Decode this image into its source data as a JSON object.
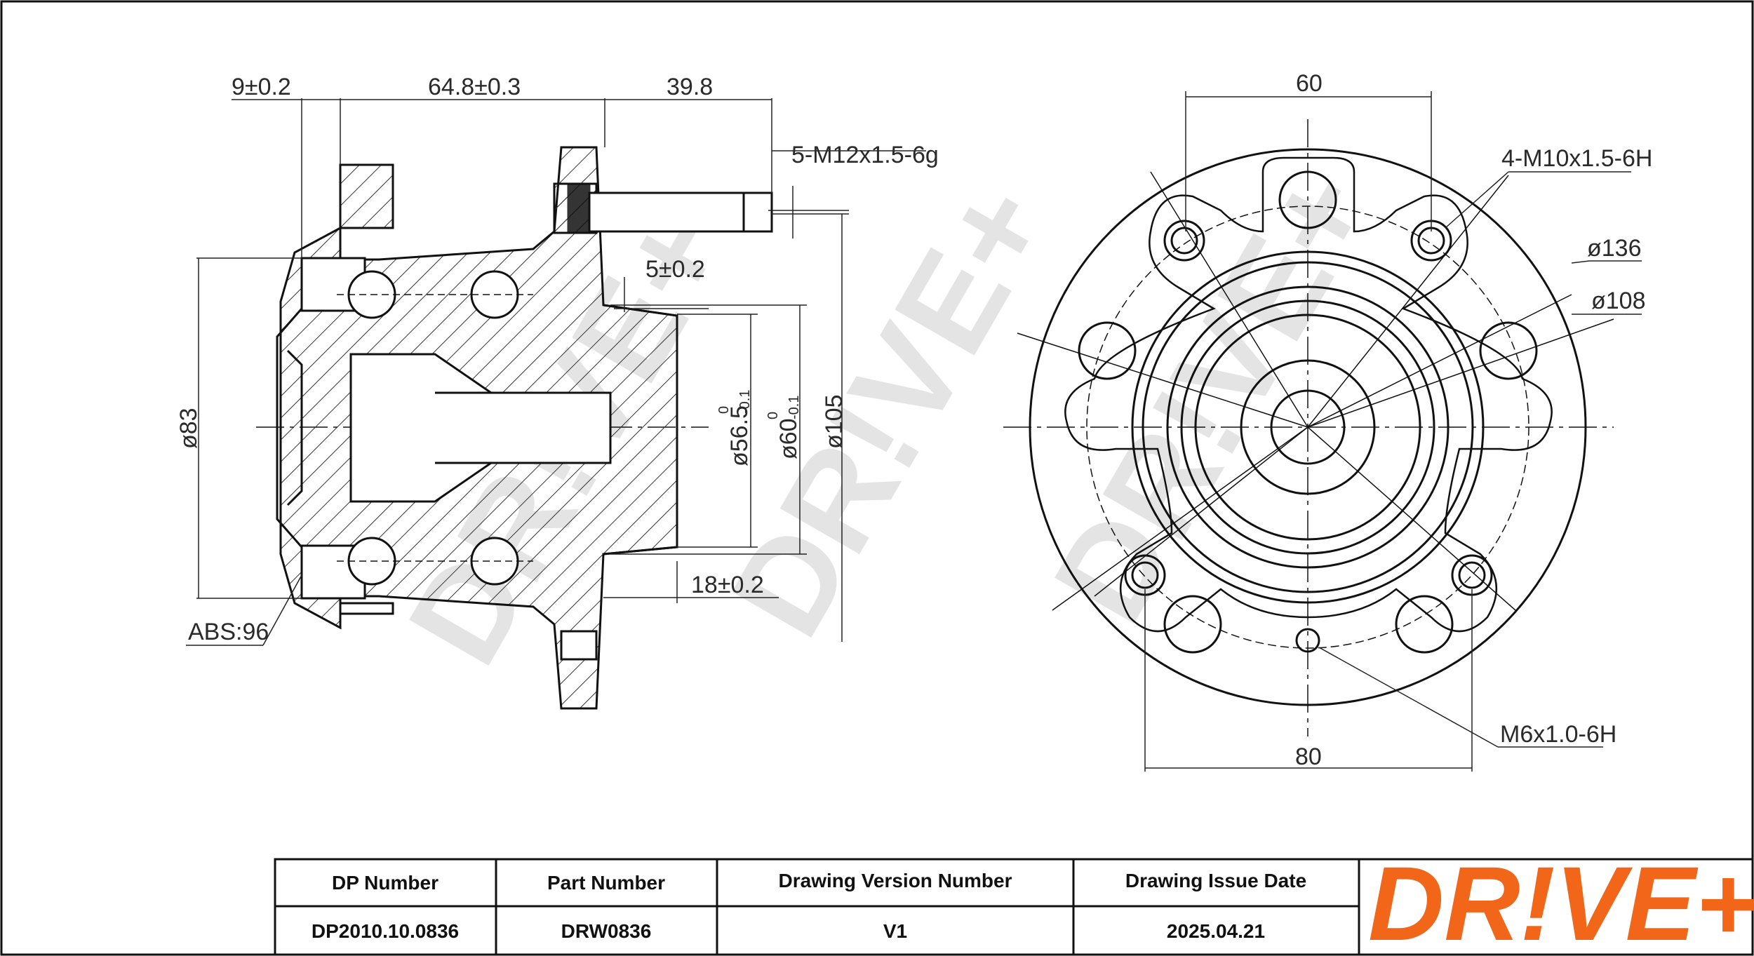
{
  "drawing": {
    "dims_side": {
      "d1": "9±0.2",
      "d2": "64.8±0.3",
      "d3": "39.8",
      "stud": "5-M12x1.5-6g",
      "d4": "5±0.2",
      "dia83": "ø83",
      "dia56": "ø56.5",
      "dia56_tol": "0",
      "dia56_tol2": "-0.1",
      "dia60": "ø60",
      "dia60_tol": "0",
      "dia60_tol2": "-0.1",
      "dia105": "ø105",
      "d18": "18±0.2",
      "abs": "ABS:96"
    },
    "dims_front": {
      "w60": "60",
      "w80": "80",
      "bolt_thread": "4-M10x1.5-6H",
      "dia136": "ø136",
      "dia108": "ø108",
      "m6": "M6x1.0-6H"
    },
    "watermark": "DR!VE+"
  },
  "title_block": {
    "headers": [
      "DP Number",
      "Part Number",
      "Drawing Version Number",
      "Drawing Issue Date"
    ],
    "values": [
      "DP2010.10.0836",
      "DRW0836",
      "V1",
      "2025.04.21"
    ],
    "logo": "DR!VE+",
    "logo_color": "#f2661a"
  }
}
